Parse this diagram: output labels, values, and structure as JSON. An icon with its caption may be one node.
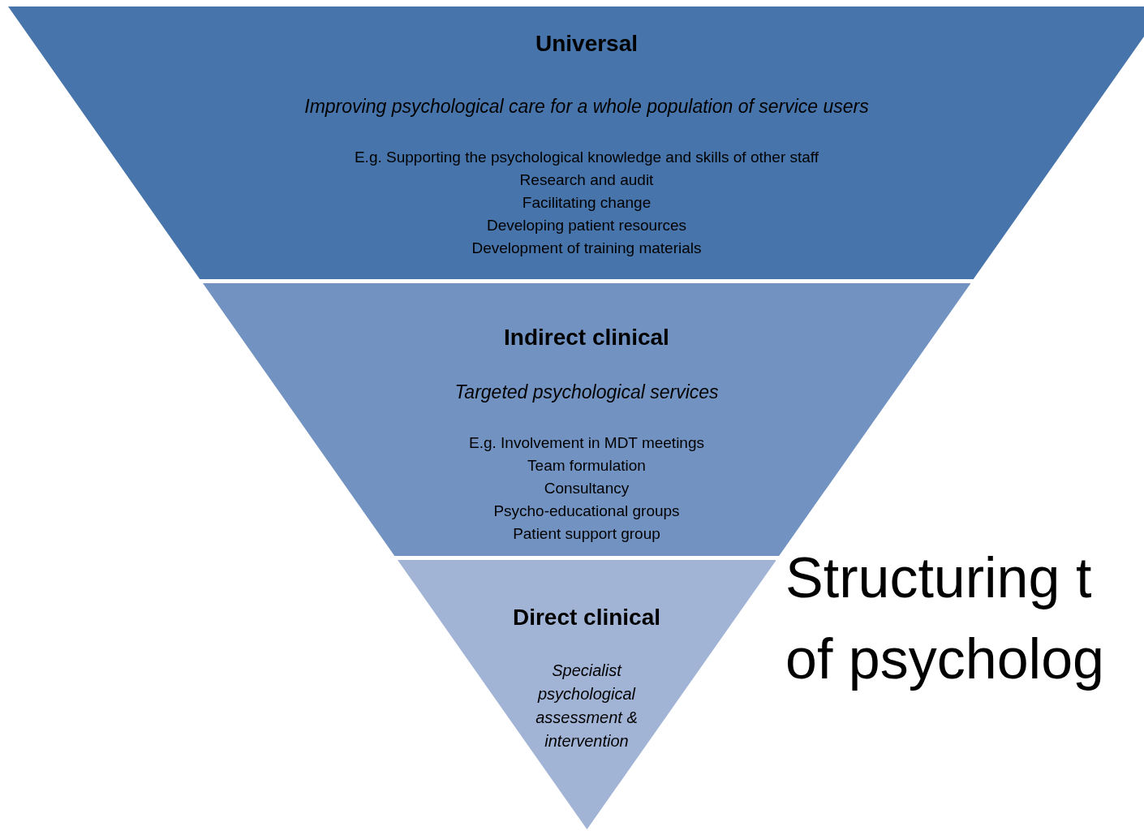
{
  "diagram": {
    "title": "Structuring t of psycholog",
    "nodes": [
      {
        "text": [
          "Universal",
          "Improving psychological care for a whole population of service users",
          "E.g. Supporting the psychological knowledge and skills of other staff",
          "Research and audit",
          "Facilitating change",
          "Developing patient resources",
          "Development of training materials"
        ]
      },
      {
        "text": [
          "Indirect clinical",
          "Targeted psychological services",
          "E.g. Involvement in MDT meetings",
          "Team formulation",
          "Consultancy",
          "Psycho-educational groups",
          "Patient support group"
        ]
      },
      {
        "text": [
          "Direct clinical",
          "Specialist psychological assessment & intervention"
        ]
      }
    ],
    "edges": []
  }
}
